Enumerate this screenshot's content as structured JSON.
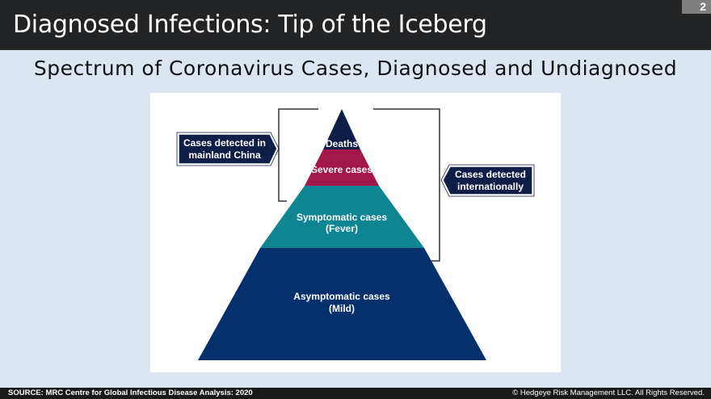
{
  "header": {
    "title": "Diagnosed Infections: Tip of the Iceberg",
    "page_number": "2"
  },
  "subtitle": "Spectrum of Coronavirus Cases, Diagnosed and Undiagnosed",
  "pyramid": {
    "levels": [
      {
        "label_line1": "Deaths",
        "label_line2": "",
        "color": "#0d1f47"
      },
      {
        "label_line1": "Severe cases",
        "label_line2": "",
        "color": "#a3174a"
      },
      {
        "label_line1": "Symptomatic cases",
        "label_line2": "(Fever)",
        "color": "#0f8592"
      },
      {
        "label_line1": "Asymptomatic cases",
        "label_line2": "(Mild)",
        "color": "#04316b"
      }
    ],
    "callout_left": {
      "line1": "Cases detected in",
      "line2": "mainland China"
    },
    "callout_right": {
      "line1": "Cases detected",
      "line2": "internationally"
    }
  },
  "footer": {
    "source": "SOURCE: MRC Centre for Global Infectious Disease Analysis: 2020",
    "copyright": "© Hedgeye Risk Management LLC. All Rights Reserved."
  }
}
